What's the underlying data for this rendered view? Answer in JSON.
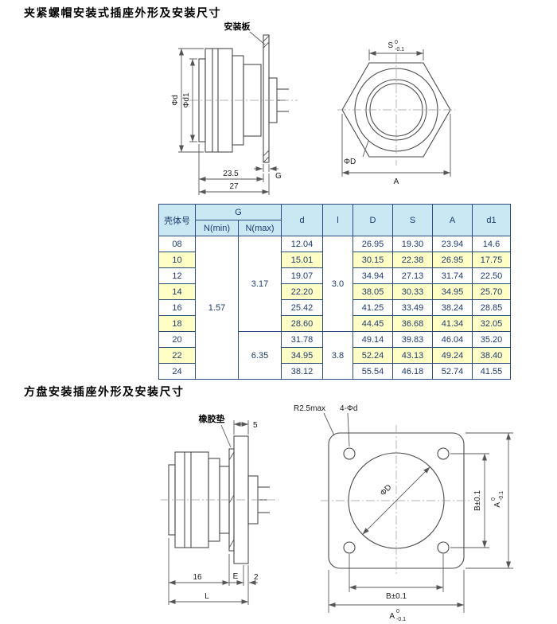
{
  "page": {
    "title1": "夹紧螺帽安装式插座外形及安装尺寸",
    "title2": "方盘安装插座外形及安装尺寸"
  },
  "colors": {
    "table_border": "#2a4a80",
    "table_header_bg": "#c9e8f4",
    "row_highlight_bg": "#ffffc6",
    "table_text": "#1d3a6d"
  },
  "drawing_clamp_side": {
    "mount_plate": "安装板",
    "phi_d": "Φd",
    "phi_d1": "Φd1",
    "g": "G",
    "dim_23_5": "23.5",
    "dim_27": "27"
  },
  "drawing_clamp_front": {
    "s": "S",
    "s_sup": "0",
    "s_sub": "-0.1",
    "phi_D": "ΦD",
    "a": "A"
  },
  "table": {
    "h_shell": "壳体号",
    "h_g": "G",
    "h_nmin": "N(min)",
    "h_nmax": "N(max)",
    "h_d": "d",
    "h_l": "l",
    "h_D": "D",
    "h_S": "S",
    "h_A": "A",
    "h_d1": "d1",
    "nmin": "1.57",
    "nmax1": "3.17",
    "nmax2": "6.35",
    "l1": "3.0",
    "l2": "3.8",
    "rows": [
      {
        "shell": "08",
        "d": "12.04",
        "D": "26.95",
        "S": "19.30",
        "A": "23.94",
        "d1": "14.6"
      },
      {
        "shell": "10",
        "d": "15.01",
        "D": "30.15",
        "S": "22.38",
        "A": "26.95",
        "d1": "17.75"
      },
      {
        "shell": "12",
        "d": "19.07",
        "D": "34.94",
        "S": "27.13",
        "A": "31.74",
        "d1": "22.50"
      },
      {
        "shell": "14",
        "d": "22.20",
        "D": "38.05",
        "S": "30.33",
        "A": "34.95",
        "d1": "25.70"
      },
      {
        "shell": "16",
        "d": "25.42",
        "D": "41.25",
        "S": "33.49",
        "A": "38.24",
        "d1": "28.85"
      },
      {
        "shell": "18",
        "d": "28.60",
        "D": "44.45",
        "S": "36.68",
        "A": "41.34",
        "d1": "32.05"
      },
      {
        "shell": "20",
        "d": "31.78",
        "D": "49.14",
        "S": "39.83",
        "A": "46.04",
        "d1": "35.20"
      },
      {
        "shell": "22",
        "d": "34.95",
        "D": "52.24",
        "S": "43.13",
        "A": "49.24",
        "d1": "38.40"
      },
      {
        "shell": "24",
        "d": "38.12",
        "D": "55.54",
        "S": "46.18",
        "A": "52.74",
        "d1": "41.55"
      }
    ]
  },
  "drawing_flange_side": {
    "rubber_gasket": "橡胶垫",
    "dim_5": "5",
    "dim_16": "16",
    "dim_E": "E",
    "dim_2": "2",
    "dim_L": "L"
  },
  "drawing_flange_front": {
    "r_max": "R2.5max",
    "four_holes": "4-Φd",
    "phi_D": "ΦD",
    "b_tol": "B±0.1",
    "a": "A",
    "a_sup": "0",
    "a_sub": "-0.1"
  }
}
